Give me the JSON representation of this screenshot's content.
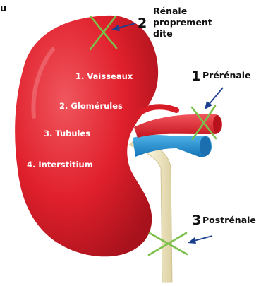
{
  "structures": [
    {
      "label": "1. Vaisseaux"
    },
    {
      "label": "2. Glomérules"
    },
    {
      "label": "3. Tubules"
    },
    {
      "label": "4. Interstitium"
    }
  ],
  "markers": [
    {
      "number": "1",
      "label": "Prérénale"
    },
    {
      "number": "2",
      "label_lines": [
        "Rénale",
        "proprement",
        "dite"
      ]
    },
    {
      "number": "3",
      "label": "Postrénale"
    }
  ],
  "corner_text": "u",
  "colors": {
    "kidney": "#e3222d",
    "artery": "#e31e2a",
    "vein": "#1d8fd0",
    "ureter": "#f0e7c3",
    "cross": "#7cc04a",
    "arrow": "#1b3f8f"
  }
}
